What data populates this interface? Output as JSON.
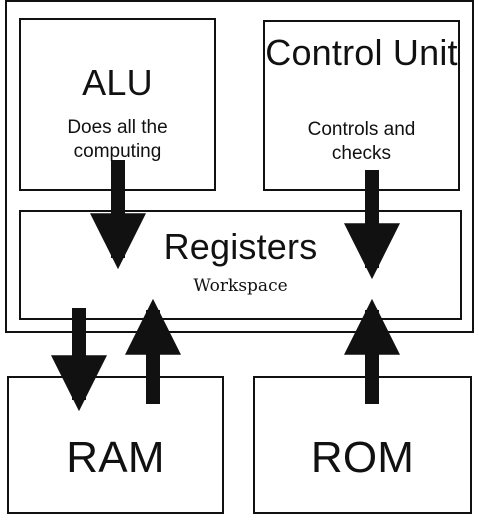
{
  "diagram": {
    "nodes": {
      "alu": {
        "title": "ALU",
        "description": "Does all the computing"
      },
      "control_unit": {
        "title": "Control Unit",
        "description": "Controls and checks"
      },
      "registers": {
        "title": "Registers",
        "description": "Workspace"
      },
      "ram": {
        "title": "RAM"
      },
      "rom": {
        "title": "ROM"
      }
    },
    "edges": [
      {
        "from": "alu",
        "to": "registers",
        "direction": "down"
      },
      {
        "from": "control_unit",
        "to": "registers",
        "direction": "down"
      },
      {
        "from": "registers",
        "to": "ram",
        "direction": "down"
      },
      {
        "from": "ram",
        "to": "registers",
        "direction": "up"
      },
      {
        "from": "rom",
        "to": "registers",
        "direction": "up"
      }
    ]
  }
}
